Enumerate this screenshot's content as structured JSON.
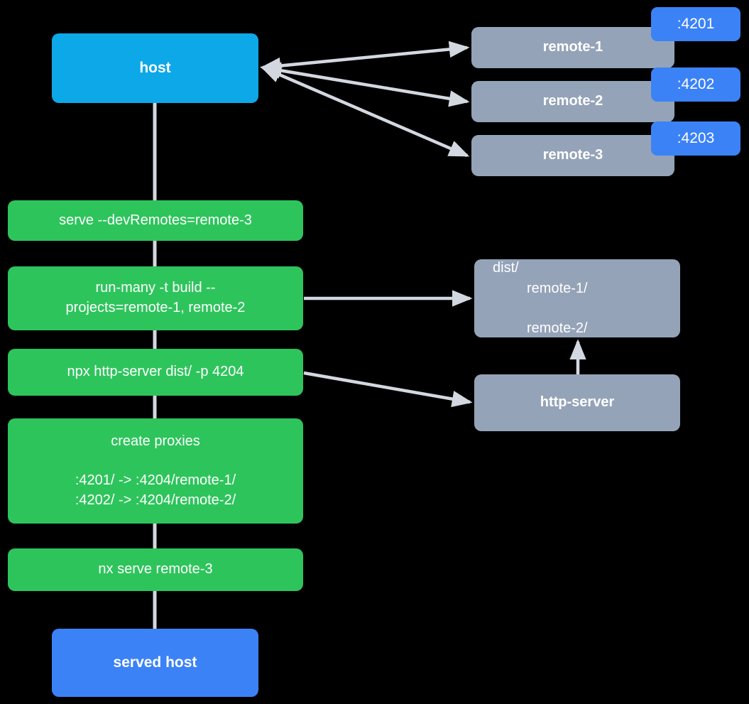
{
  "diagram": {
    "title": "Nx module federation host and remotes serve flow",
    "background": "#000000",
    "edge_color": "#d3d8e0",
    "colors": {
      "host": "#0da8e8",
      "served_host": "#3b82f6",
      "remote": "#94a3b8",
      "artifact": "#94a3b8",
      "command": "#2ec45c",
      "port_badge": "#3b82f6",
      "text": "#ffffff"
    }
  },
  "nodes": {
    "host": {
      "label": "host"
    },
    "served_host": {
      "label": "served host"
    },
    "remotes": [
      {
        "label": "remote-1",
        "port": ":4201"
      },
      {
        "label": "remote-2",
        "port": ":4202"
      },
      {
        "label": "remote-3",
        "port": ":4203"
      }
    ],
    "commands": [
      {
        "label": "serve --devRemotes=remote-3"
      },
      {
        "label": "run-many -t build --\nprojects=remote-1, remote-2"
      },
      {
        "label": "npx http-server dist/ -p 4204"
      },
      {
        "label": "create proxies\n\n:4201/ -> :4204/remote-1/\n:4202/ -> :4204/remote-2/"
      },
      {
        "label": "nx serve remote-3"
      }
    ],
    "dist": {
      "root": "dist/",
      "children": [
        "remote-1/",
        "remote-2/"
      ]
    },
    "http_server": {
      "label": "http-server"
    }
  }
}
